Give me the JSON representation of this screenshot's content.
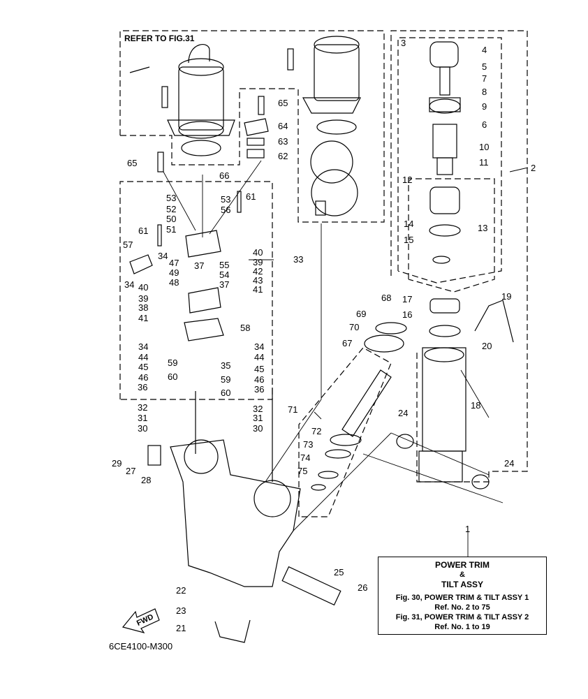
{
  "refer_label": "REFER TO FIG.31",
  "drawing_code": "6CE4100-M300",
  "fwd_label": "FWD",
  "title_box": {
    "line1": "POWER TRIM",
    "line2": "&",
    "line3": "TILT ASSY",
    "line4": "Fig. 30, POWER TRIM & TILT ASSY 1",
    "line5": "Ref. No. 2 to 75",
    "line6": "Fig. 31, POWER TRIM & TILT ASSY 2",
    "line7": "Ref. No. 1 to 19"
  },
  "callouts": [
    "1",
    "2",
    "3",
    "4",
    "5",
    "7",
    "8",
    "9",
    "6",
    "10",
    "11",
    "12",
    "13",
    "14",
    "15",
    "16",
    "17",
    "18",
    "19",
    "20",
    "21",
    "22",
    "23",
    "24",
    "24",
    "25",
    "26",
    "27",
    "28",
    "29",
    "30",
    "30",
    "31",
    "31",
    "32",
    "32",
    "33",
    "34",
    "34",
    "34",
    "34",
    "35",
    "36",
    "36",
    "37",
    "37",
    "38",
    "39",
    "39",
    "40",
    "40",
    "41",
    "41",
    "42",
    "43",
    "44",
    "44",
    "45",
    "45",
    "46",
    "46",
    "47",
    "48",
    "49",
    "50",
    "51",
    "52",
    "53",
    "53",
    "54",
    "55",
    "56",
    "57",
    "58",
    "59",
    "59",
    "60",
    "60",
    "61",
    "61",
    "62",
    "63",
    "64",
    "65",
    "65",
    "66",
    "67",
    "68",
    "69",
    "70",
    "71",
    "72",
    "73",
    "74",
    "75"
  ]
}
